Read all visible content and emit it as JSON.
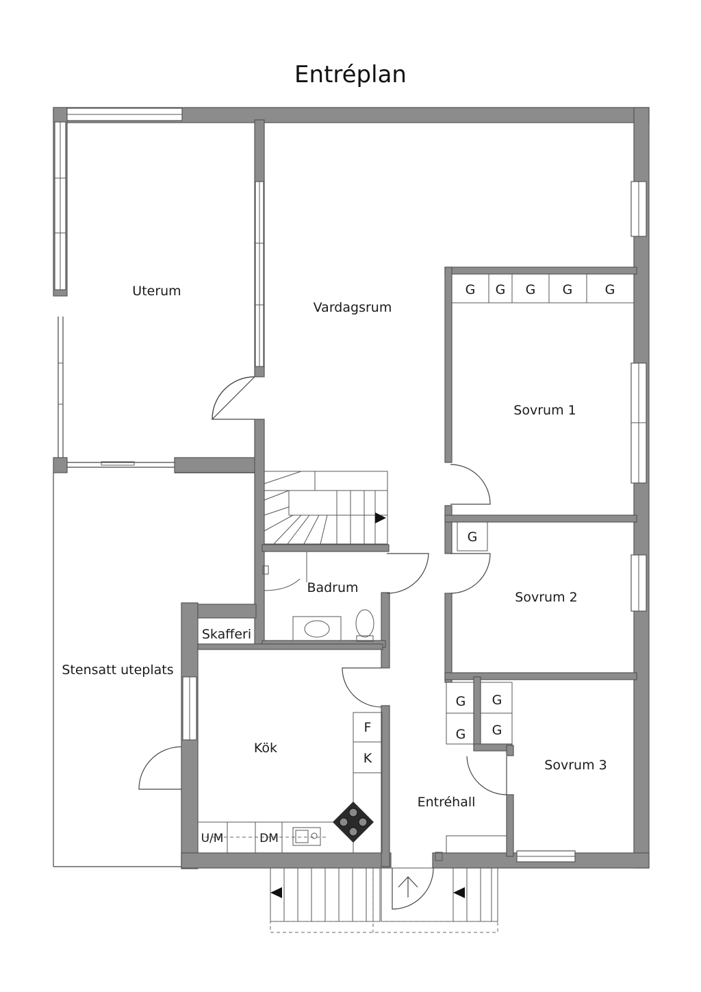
{
  "title": "Entréplan",
  "rooms": {
    "uterum": "Uterum",
    "vardagsrum": "Vardagsrum",
    "sovrum1": "Sovrum 1",
    "sovrum2": "Sovrum 2",
    "sovrum3": "Sovrum 3",
    "badrum": "Badrum",
    "skafferi": "Skafferi",
    "kok": "Kök",
    "stensatt_uteplats": "Stensatt uteplats",
    "entrehall": "Entréhall"
  },
  "fixtures": {
    "wardrobe": "G",
    "fridge": "F",
    "freezer": "K",
    "washer": "U/M",
    "dishwasher": "DM"
  },
  "colors": {
    "wall": "#8c8c8c",
    "line": "#444444"
  }
}
